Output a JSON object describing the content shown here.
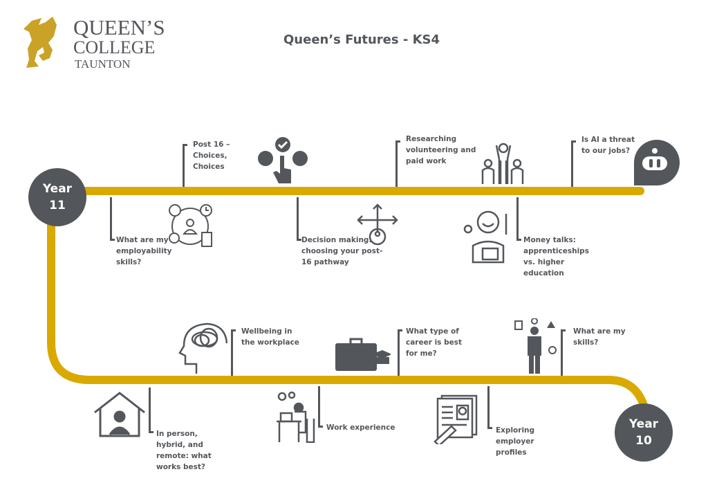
{
  "logo": {
    "line1": "QUEEN’S",
    "line2": "COLLEGE",
    "line3": "TAUNTON"
  },
  "title": "Queen’s Futures - KS4",
  "colors": {
    "track": "#D9A900",
    "dark": "#53565A"
  },
  "year11": {
    "word": "Year",
    "num": "11"
  },
  "year10": {
    "word": "Year",
    "num": "10"
  },
  "topics": {
    "post16": "Post 16 – Choices, Choices",
    "researching": "Researching volunteering and paid work",
    "ai": "Is AI a threat to our jobs?",
    "employability": "What are my employability skills?",
    "decision": "Decision making: choosing your post-16 pathway",
    "money": "Money talks: apprenticeships vs. higher education",
    "wellbeing": "Wellbeing in the workplace",
    "career": "What type of career is best for me?",
    "skills": "What are my skills?",
    "inperson": "In person, hybrid, and remote: what works best?",
    "workexp": "Work experience",
    "employer": "Exploring employer profiles"
  }
}
